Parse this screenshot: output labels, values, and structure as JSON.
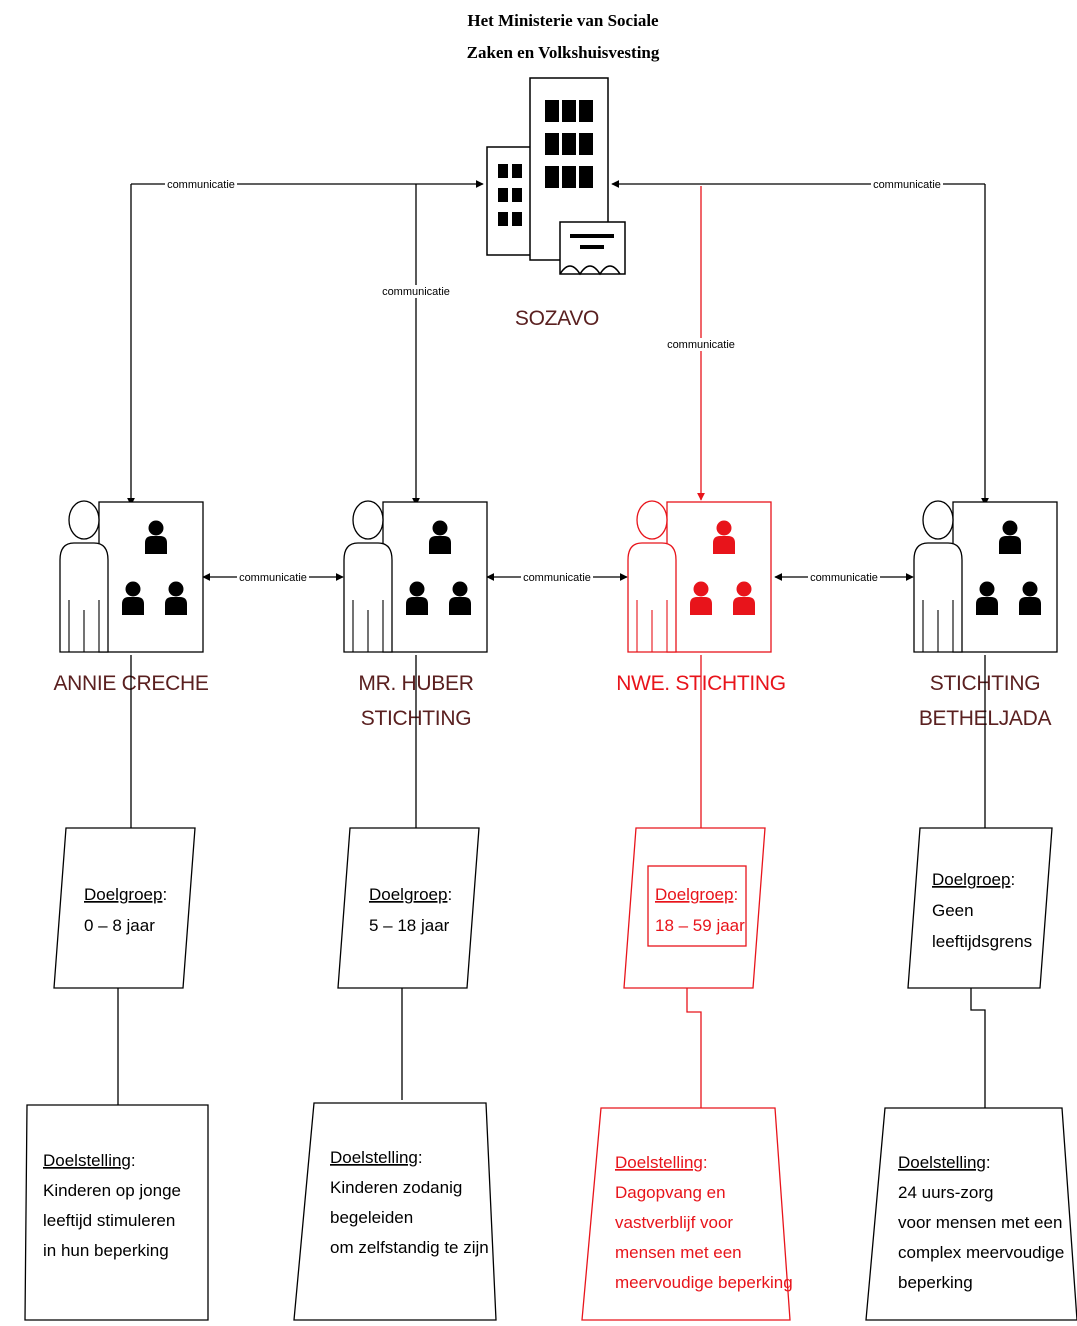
{
  "header": {
    "title_line1": "Het Ministerie van Sociale",
    "title_line2": "Zaken en Volkshuisvesting",
    "ministry_label": "SOZAVO"
  },
  "connector_label": "communicatie",
  "colors": {
    "default": "#000000",
    "highlight": "#e8141b",
    "org_label": "#5a2020"
  },
  "organizations": [
    {
      "name_lines": [
        "ANNIE CRECHE"
      ],
      "doelgroep_label": "Doelgroep",
      "doelgroep_value": [
        "0 – 8 jaar"
      ],
      "doelstelling_label": "Doelstelling",
      "doelstelling_value": [
        "Kinderen op jonge",
        "leeftijd stimuleren",
        "in hun beperking"
      ],
      "highlight": false
    },
    {
      "name_lines": [
        "MR. HUBER",
        "STICHTING"
      ],
      "doelgroep_label": "Doelgroep",
      "doelgroep_value": [
        "5 – 18 jaar"
      ],
      "doelstelling_label": "Doelstelling",
      "doelstelling_value": [
        "Kinderen zodanig",
        "begeleiden",
        "om zelfstandig te zijn"
      ],
      "highlight": false
    },
    {
      "name_lines": [
        "NWE. STICHTING"
      ],
      "doelgroep_label": "Doelgroep",
      "doelgroep_value": [
        "18 – 59 jaar"
      ],
      "doelstelling_label": "Doelstelling",
      "doelstelling_value": [
        "Dagopvang en",
        "vastverblijf voor",
        "mensen met een",
        "meervoudige beperking"
      ],
      "highlight": true
    },
    {
      "name_lines": [
        "STICHTING",
        "BETHELJADA"
      ],
      "doelgroep_label": "Doelgroep",
      "doelgroep_value": [
        "Geen",
        "leeftijdsgrens"
      ],
      "doelstelling_label": "Doelstelling",
      "doelstelling_value": [
        "24 uurs-zorg",
        "voor mensen met een",
        "complex meervoudige",
        "beperking"
      ],
      "highlight": false
    }
  ]
}
